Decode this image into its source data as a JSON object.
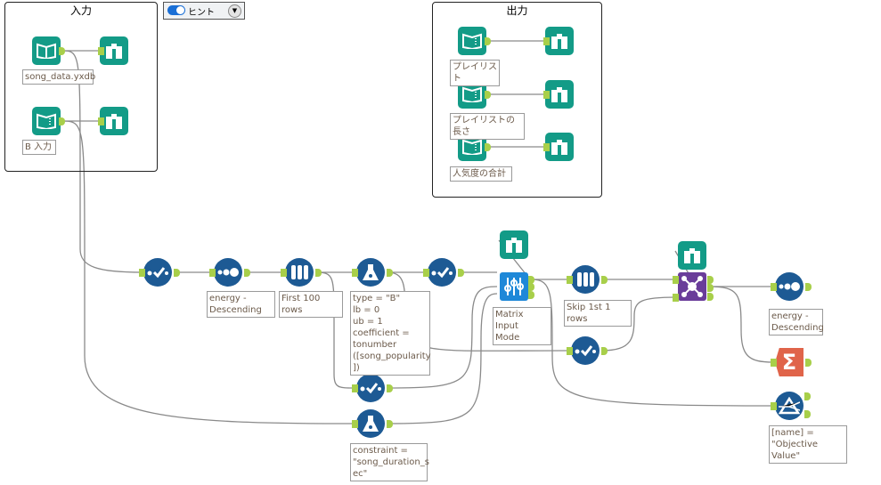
{
  "hint": {
    "label": "ヒント",
    "on": true
  },
  "containers": {
    "input": "入力",
    "output": "出力"
  },
  "labels": {
    "song_data": "song_data.yxdb",
    "b_input": "B 入力",
    "playlist": "プレイリスト",
    "playlist_len": "プレイリストの長さ",
    "popularity_sum": "人気度の合計",
    "sort1": "energy -\nDescending",
    "sample1": "First 100 rows",
    "formula1": "type = \"B\"\nlb = 0\nub = 1\ncoefficient =\ntonumber\n([song_popularity\n])",
    "optimization": "Matrix Input\nMode",
    "sample2": "Skip 1st 1 rows",
    "sort2": "energy -\nDescending",
    "filter": "[name] =\n\"Objective Value\"",
    "formula2": "constraint =\n\"song_duration_s\nec\""
  },
  "colors": {
    "teal": "#139b87",
    "blue": "#1d5a94",
    "optimization": "#1e88d8",
    "join": "#6a3d9a",
    "summarize": "#e0644a",
    "anchor": "#a8cf4a"
  }
}
